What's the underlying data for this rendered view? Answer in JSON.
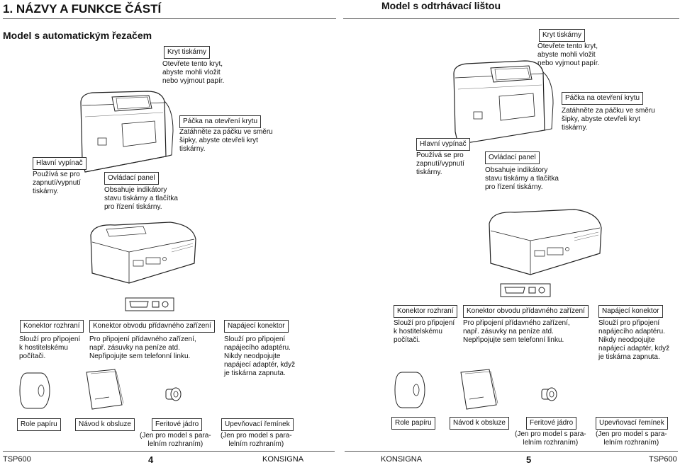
{
  "left": {
    "heading": "1. NÁZVY A FUNKCE ČÁSTÍ",
    "subheading": "Model s automatickým řezačem",
    "cover": {
      "label": "Kryt tiskárny",
      "desc": [
        "Otevřete tento kryt,",
        "abyste mohli vložit",
        "nebo vyjmout papír."
      ]
    },
    "lever": {
      "label": "Páčka na otevření krytu",
      "desc": [
        "Zatáhněte za páčku ve směru",
        "šipky, abyste otevřeli kryt",
        "tiskárny."
      ]
    },
    "power": {
      "label": "Hlavní vypínač",
      "desc": [
        "Používá se pro",
        "zapnutí/vypnutí",
        "tiskárny."
      ]
    },
    "panel": {
      "label": "Ovládací panel",
      "desc": [
        "Obsahuje indikátory",
        "stavu tiskárny a tlačítka",
        "pro řízení tiskárny."
      ]
    },
    "host": {
      "label": "Konektor rozhraní",
      "desc": [
        "Slouží pro připojení",
        "k hostitelskému",
        "počítači."
      ]
    },
    "peripheral": {
      "label": "Konektor obvodu přídavného zařízení",
      "desc": [
        "Pro připojení přídavného zařízení,",
        "např. zásuvky na peníze atd.",
        "Nepřipojujte sem telefonní linku."
      ]
    },
    "powerconn": {
      "label": "Napájecí konektor",
      "desc": [
        "Slouží pro připojení",
        "napájecího adaptéru.",
        "Nikdy neodpojujte",
        "napájecí adaptér, když",
        "je tiskárna zapnuta."
      ]
    },
    "accessories": {
      "roll": "Role papíru",
      "manual": "Návod k obsluze",
      "ferrite": "Feritové jádro",
      "band": "Upevňovací řemínek",
      "ferrite_note": [
        "(Jen pro model s para-",
        "lelním rozhraním)"
      ],
      "band_note": [
        "(Jen pro model s para-",
        "lelním rozhraním)"
      ]
    },
    "footer_left": "TSP600",
    "page_number": "4",
    "footer_right": "KONSIGNA"
  },
  "right": {
    "heading": "Model s odtrhávací lištou",
    "cover": {
      "label": "Kryt tiskárny",
      "desc": [
        "Otevřete tento kryt,",
        "abyste mohli vložit",
        "nebo vyjmout papír."
      ]
    },
    "lever": {
      "label": "Páčka na otevření krytu",
      "desc": [
        "Zatáhněte za páčku ve směru",
        "šipky, abyste otevřeli kryt",
        "tiskárny."
      ]
    },
    "power": {
      "label": "Hlavní vypínač",
      "desc": [
        "Používá se pro",
        "zapnutí/vypnutí",
        "tiskárny."
      ]
    },
    "panel": {
      "label": "Ovládací panel",
      "desc": [
        "Obsahuje indikátory",
        "stavu tiskárny a tlačítka",
        "pro řízení tiskárny."
      ]
    },
    "host": {
      "label": "Konektor rozhraní",
      "desc": [
        "Slouží pro připojení",
        "k hostitelskému",
        "počítači."
      ]
    },
    "peripheral": {
      "label": "Konektor obvodu přídavného zařízení",
      "desc": [
        "Pro připojení přídavného zařízení,",
        "např. zásuvky na peníze atd.",
        "Nepřipojujte sem telefonní linku."
      ]
    },
    "powerconn": {
      "label": "Napájecí konektor",
      "desc": [
        "Slouží pro připojení",
        "napájecího adaptéru.",
        "Nikdy neodpojujte",
        "napájecí adaptér, když",
        "je tiskárna zapnuta."
      ]
    },
    "accessories": {
      "roll": "Role papíru",
      "manual": "Návod k obsluze",
      "ferrite": "Feritové jádro",
      "band": "Upevňovací řemínek",
      "ferrite_note": [
        "(Jen pro model s para-",
        "lelním rozhraním)"
      ],
      "band_note": [
        "(Jen pro model s para-",
        "lelním rozhraním)"
      ]
    },
    "footer_left": "KONSIGNA",
    "page_number": "5",
    "footer_right": "TSP600"
  }
}
